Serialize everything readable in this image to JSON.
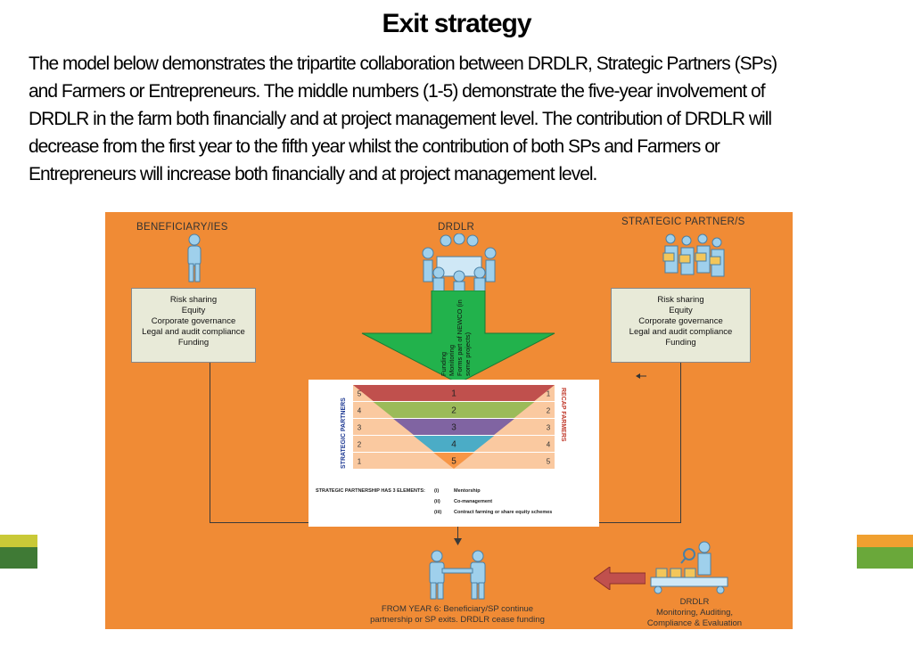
{
  "page": {
    "title": "Exit strategy",
    "intro_lines": [
      " The model below demonstrates the tripartite collaboration between DRDLR, Strategic Partners (SPs)",
      "and Farmers or Entrepreneurs. The middle numbers (1-5) demonstrate the five-year  involvement of",
      "DRDLR in the farm both financially and at project management level. The contribution of DRDLR will",
      "decrease from the first year to the fifth year whilst the contribution of both SPs and Farmers or",
      "Entrepreneurs will increase both financially and at  project management level."
    ]
  },
  "diagram": {
    "beneficiary_label": "BENEFICIARY/IES",
    "drdlr_label": "DRDLR",
    "partner_label": "STRATEGIC PARTNER/S",
    "left_box": [
      "Risk sharing",
      "Equity",
      "Corporate governance",
      "Legal and audit compliance",
      "Funding"
    ],
    "right_box": [
      "Risk sharing",
      "Equity",
      "Corporate governance",
      "Legal and audit compliance",
      "Funding"
    ],
    "arrow_text": [
      "Funding",
      "Monitoring",
      "Forms part of NEWCO (in",
      "some projects)"
    ],
    "left_side_label": "STRATEGIC PARTNERS",
    "right_side_label": "RECAP FARMERS",
    "left_numbers": [
      "5",
      "4",
      "3",
      "2",
      "1"
    ],
    "right_numbers": [
      "1",
      "2",
      "3",
      "4",
      "5"
    ],
    "center_numbers": [
      "1",
      "2",
      "3",
      "4",
      "5"
    ],
    "band_colors": [
      "#c0504d",
      "#9bbb59",
      "#8064a2",
      "#4bacc6",
      "#f79646"
    ],
    "elements_title": "STRATEGIC PARTNERSHIP HAS 3 ELEMENTS:",
    "elements": [
      {
        "num": "(i)",
        "text": "Mentorship"
      },
      {
        "num": "(ii)",
        "text": "Co-management"
      },
      {
        "num": "(iii)",
        "text": "Contract farming or share equity schemes"
      }
    ],
    "bottom_text": [
      "FROM YEAR 6: Beneficiary/SP continue",
      "partnership or SP exits. DRDLR cease funding"
    ],
    "bottom_right_text": [
      "DRDLR",
      "Monitoring, Auditing,",
      "Compliance & Evaluation"
    ]
  }
}
